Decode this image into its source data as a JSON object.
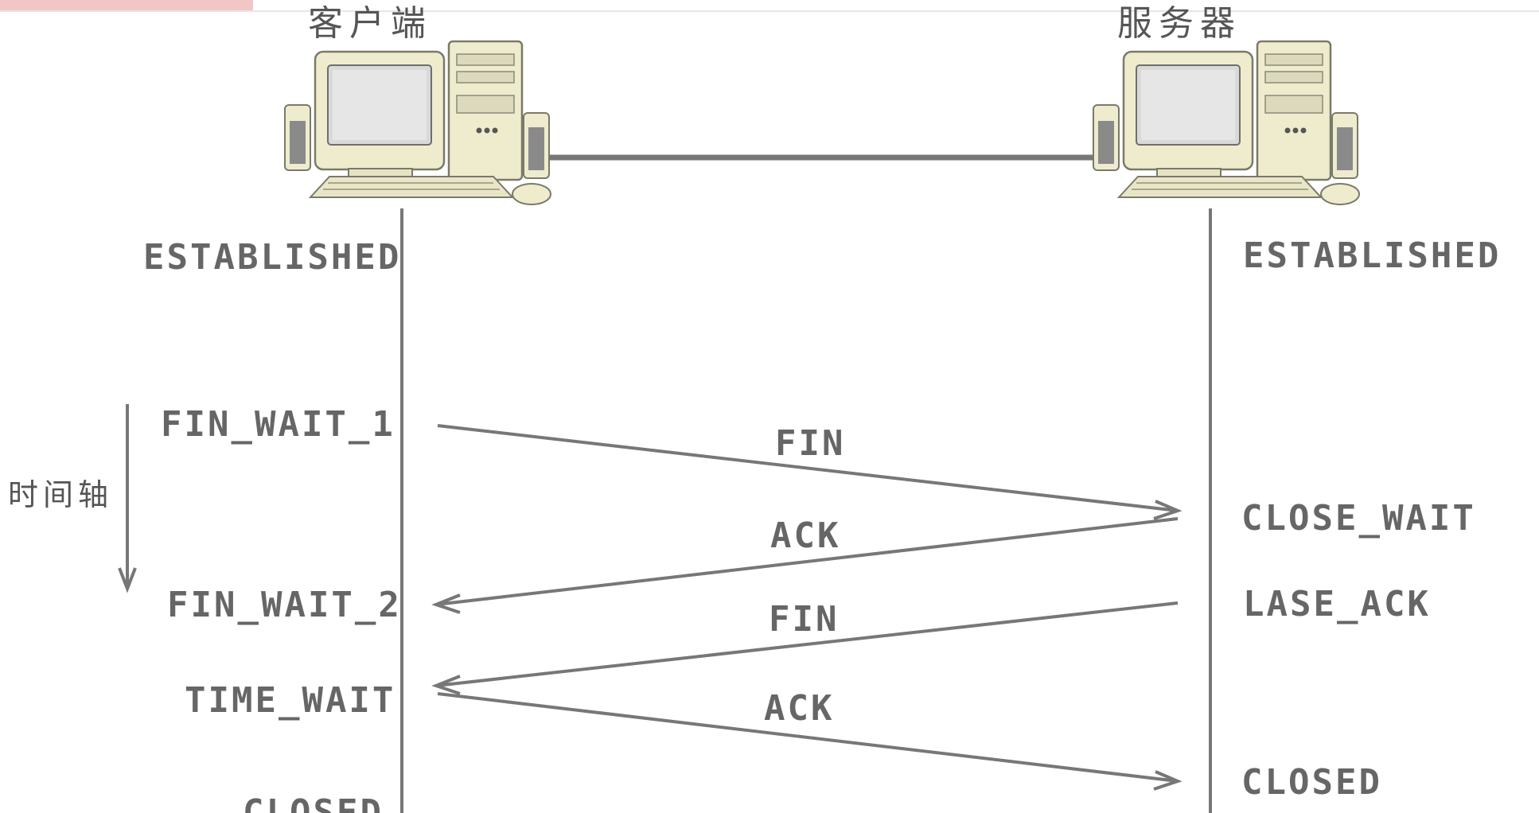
{
  "nodes": {
    "client": {
      "title": "客户端"
    },
    "server": {
      "title": "服务器"
    }
  },
  "time_axis": {
    "label": "时间轴"
  },
  "client_states": [
    "ESTABLISHED",
    "FIN_WAIT_1",
    "FIN_WAIT_2",
    "TIME_WAIT",
    "CLOSED"
  ],
  "server_states": [
    "ESTABLISHED",
    "CLOSE_WAIT",
    "LASE_ACK",
    "CLOSED"
  ],
  "messages": [
    {
      "label": "FIN",
      "direction": "client-to-server"
    },
    {
      "label": "ACK",
      "direction": "server-to-client"
    },
    {
      "label": "FIN",
      "direction": "server-to-client"
    },
    {
      "label": "ACK",
      "direction": "client-to-server"
    }
  ],
  "colors": {
    "line": "#777777",
    "text": "#666666",
    "monitor_beige": "#efeccd",
    "screen": "#d9d9d9",
    "banner": "#f2c6c6"
  }
}
